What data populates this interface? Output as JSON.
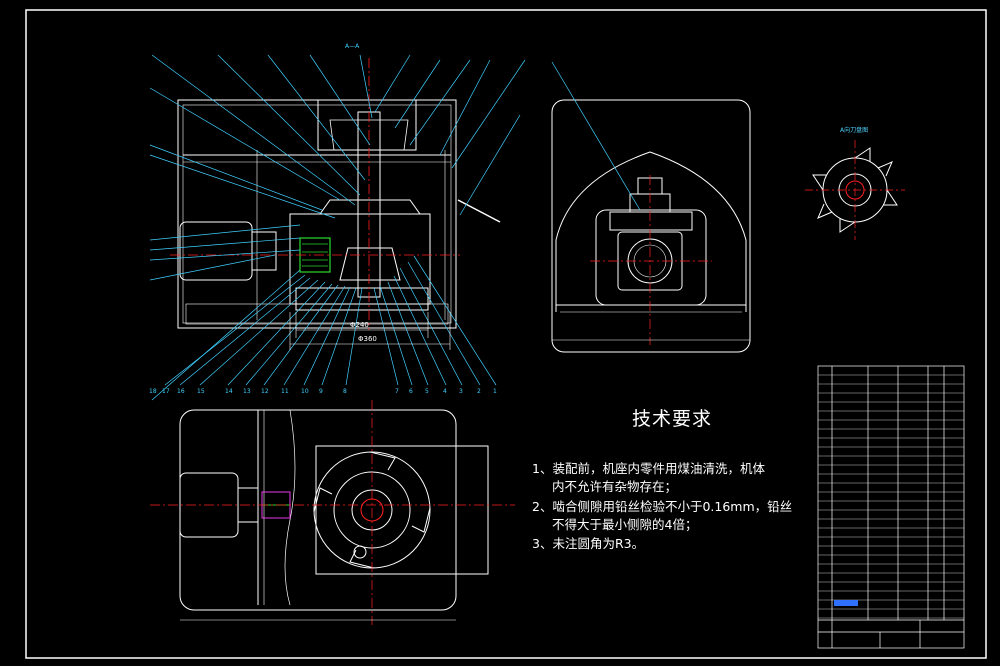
{
  "technical_requirements": {
    "title": "技术要求",
    "lines": [
      "1、装配前，机座内零件用煤油清洗，机体",
      "内不允许有杂物存在；",
      "2、啮合侧隙用铅丝检验不小于0.16mm，铅丝",
      "不得大于最小侧隙的4倍；",
      "3、未注圆角为R3。"
    ]
  },
  "view_labels": {
    "section_mark": "A—A",
    "cutter_view": "A向刀盘图"
  },
  "dimensions": {
    "inner_width": "Φ240",
    "outer_width": "Φ360"
  },
  "balloons_bottom": [
    "18",
    "17",
    "16",
    "15",
    "14",
    "13",
    "12",
    "11",
    "10",
    "9",
    "8",
    "7",
    "6",
    "5",
    "4",
    "3",
    "2",
    "1"
  ],
  "colors": {
    "background": "#000000",
    "outline": "#ffffff",
    "leader": "#3fd0ff",
    "centerline": "#ff2020",
    "gear": "#2bd92b",
    "accent": "#ff40ff"
  }
}
